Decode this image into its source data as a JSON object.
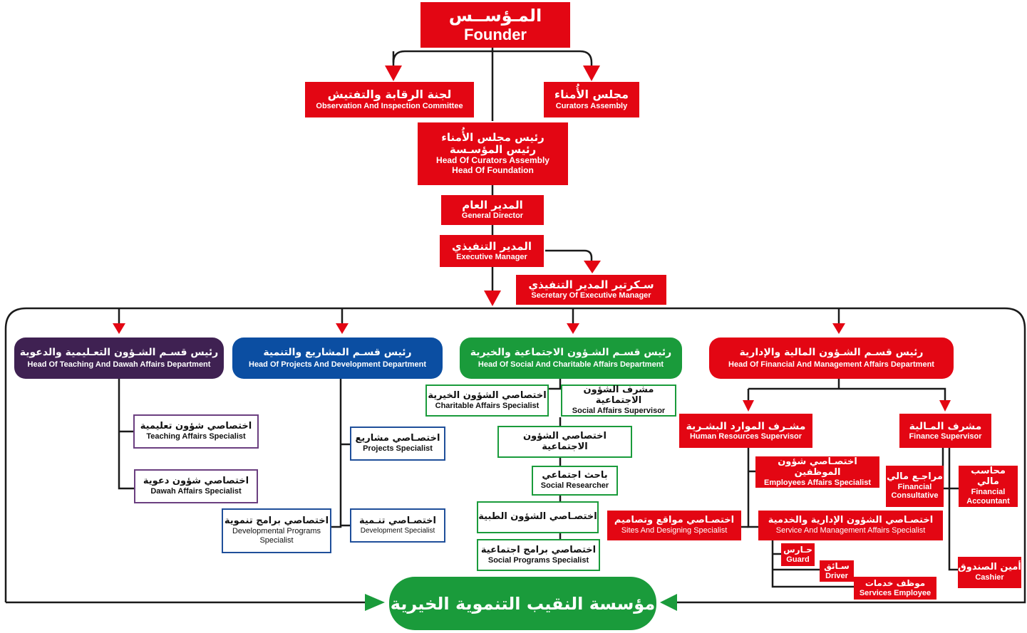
{
  "nodes": {
    "founder": {
      "ar": "المـؤســس",
      "en": "Founder"
    },
    "observation": {
      "ar": "لجنة الرقابة والتفتيش",
      "en": "Observation And Inspection Committee"
    },
    "curators": {
      "ar": "مجلس الأُمناء",
      "en": "Curators Assembly"
    },
    "head_curators": {
      "ar1": "رئيس مجلس الأُمناء",
      "ar2": "رئيس المؤسـسة",
      "en1": "Head Of Curators Assembly",
      "en2": "Head Of Foundation"
    },
    "general_director": {
      "ar": "المدير العام",
      "en": "General Director"
    },
    "executive_manager": {
      "ar": "المدير التنفيذي",
      "en": "Executive Manager"
    },
    "secretary": {
      "ar": "سـكرتير المدير التنفيذي",
      "en": "Secretary Of Executive Manager"
    },
    "dept_teaching": {
      "ar": "رئيس قسـم الشـؤون التعـليمية والدعوية",
      "en": "Head Of Teaching And Dawah Affairs Department"
    },
    "dept_projects": {
      "ar": "رئيس قسـم المشاريع والتنمية",
      "en": "Head Of Projects And Development Department"
    },
    "dept_social": {
      "ar": "رئيس قسـم الشـؤون الاجتماعية والخيرية",
      "en": "Head Of Social And Charitable Affairs Department"
    },
    "dept_financial": {
      "ar": "رئيس قسـم الشـؤون المالية والإدارية",
      "en": "Head Of Financial And Management Affairs Department"
    },
    "teaching_specialist": {
      "ar": "اختصاصي شؤون تعليمية",
      "en": "Teaching Affairs Specialist"
    },
    "dawah_specialist": {
      "ar": "اختصاصي شؤون دعوية",
      "en": "Dawah Affairs Specialist"
    },
    "developmental_programs": {
      "ar": "اختصاصي برامج تنموية",
      "en1": "Developmental Programs",
      "en2": "Specialist"
    },
    "projects_specialist": {
      "ar": "اختصـاصي مشاريع",
      "en": "Projects Specialist"
    },
    "development_specialist": {
      "ar": "اختصـاصي تنـمية",
      "en": "Development Specialist"
    },
    "charitable_specialist": {
      "ar": "اختصاصي الشؤون الخيرية",
      "en": "Charitable Affairs Specialist"
    },
    "social_supervisor": {
      "ar": "مشرف الشؤون الاجتماعية",
      "en": "Social Affairs Supervisor"
    },
    "social_affairs_specialist": {
      "ar": "اختصاصي الشؤون الاجتماعية"
    },
    "social_researcher": {
      "ar": "باحث اجتماعي",
      "en": "Social Researcher"
    },
    "medical_specialist": {
      "ar": "اختصـاصي الشؤون الطبية"
    },
    "social_programs": {
      "ar": "اختصاصي برامج اجتماعية",
      "en": "Social Programs Specialist"
    },
    "hr_supervisor": {
      "ar": "مشـرف الموارد البشـرية",
      "en": "Human Resources Supervisor"
    },
    "finance_supervisor": {
      "ar": "مشرف المـالية",
      "en": "Finance Supervisor"
    },
    "employees_affairs": {
      "ar": "اختصـاصي شؤون الموظفين",
      "en": "Employees Affairs Specialist"
    },
    "financial_consultative": {
      "ar": "مراجـع مالي",
      "en1": "Financial",
      "en2": "Consultative"
    },
    "financial_accountant": {
      "ar": "محاسب مالي",
      "en1": "Financial",
      "en2": "Accountant"
    },
    "sites_designing": {
      "ar": "اختصـاصي مواقع وتصاميم",
      "en": "Sites And Designing Specialist"
    },
    "service_management": {
      "ar": "اختصـاصي الشؤون الإدارية والخدمية",
      "en": "Service And Management Affairs Specialist"
    },
    "guard": {
      "ar": "حـارس",
      "en": "Guard"
    },
    "driver": {
      "ar": "سـائق",
      "en": "Driver"
    },
    "services_employee": {
      "ar": "موظف خدمات",
      "en": "Services Employee"
    },
    "cashier": {
      "ar": "أمين الصندوق",
      "en": "Cashier"
    }
  },
  "footer_logo": "مؤسسة النقيب التنموية الخيرية",
  "colors": {
    "red": "#e30613",
    "purple": "#3f2152",
    "blue": "#0b4ea2",
    "green": "#1a9b3b",
    "line": "#1a1a1a"
  }
}
